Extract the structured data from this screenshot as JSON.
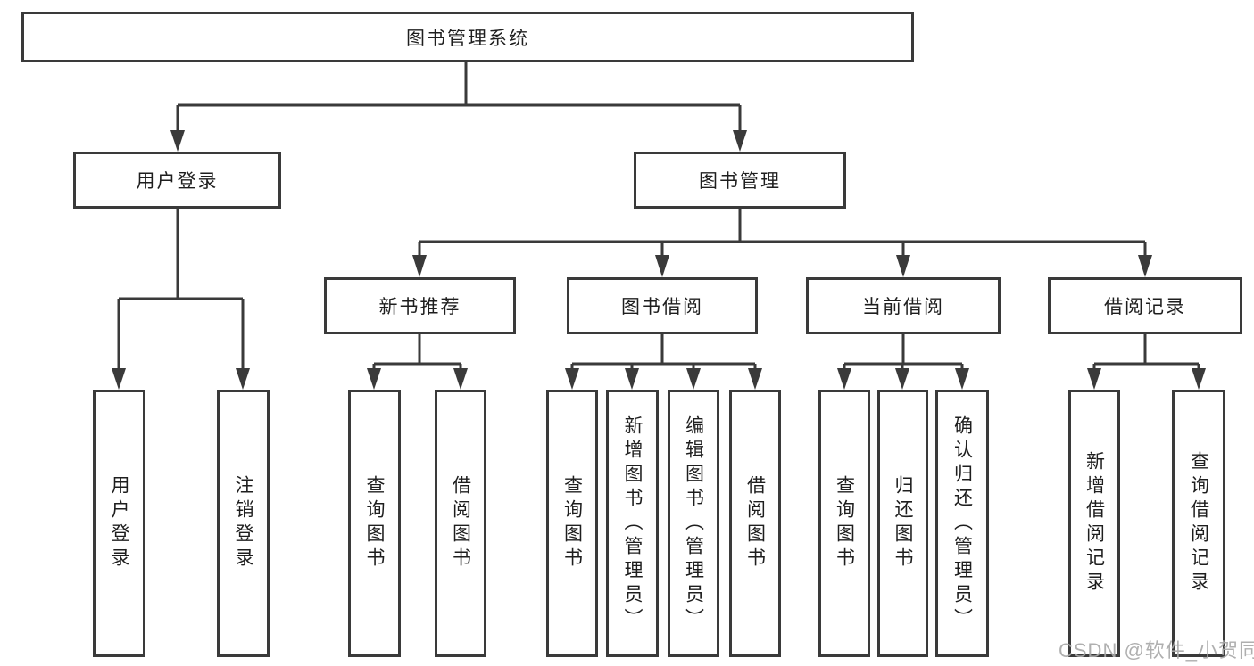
{
  "diagram": {
    "tree": {
      "label": "图书管理系统",
      "children": [
        {
          "label": "用户登录",
          "children": [
            {
              "label": "用户登录"
            },
            {
              "label": "注销登录"
            }
          ]
        },
        {
          "label": "图书管理",
          "children": [
            {
              "label": "新书推荐",
              "children": [
                {
                  "label": "查询图书"
                },
                {
                  "label": "借阅图书"
                }
              ]
            },
            {
              "label": "图书借阅",
              "children": [
                {
                  "label": "查询图书"
                },
                {
                  "label": "新增图书（管理员）"
                },
                {
                  "label": "编辑图书（管理员）"
                },
                {
                  "label": "借阅图书"
                }
              ]
            },
            {
              "label": "当前借阅",
              "children": [
                {
                  "label": "查询图书"
                },
                {
                  "label": "归还图书"
                },
                {
                  "label": "确认归还（管理员）"
                }
              ]
            },
            {
              "label": "借阅记录",
              "children": [
                {
                  "label": "新增借阅记录"
                },
                {
                  "label": "查询借阅记录"
                }
              ]
            }
          ]
        }
      ]
    },
    "colors": {
      "line": "#3a3a3a",
      "text": "#1e1e1e",
      "watermark": "#a8a8a8",
      "background": "#ffffff"
    }
  },
  "watermark": {
    "text": "CSDN @软件_小贺同学"
  }
}
